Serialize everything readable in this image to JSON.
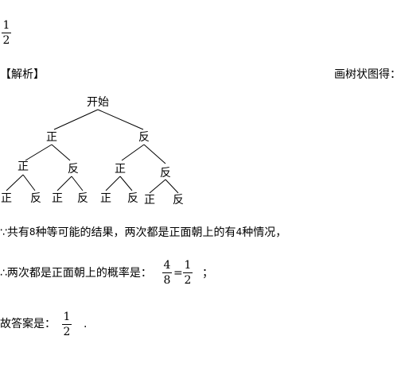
{
  "answer": {
    "numerator": "1",
    "denominator": "2"
  },
  "analysis_label": "【解析】",
  "tree_caption": "画树状图得：",
  "tree": {
    "root": "开始",
    "level1": [
      "正",
      "反"
    ],
    "level2": [
      "正",
      "反",
      "正",
      "反"
    ],
    "level3": [
      "正",
      "反",
      "正",
      "反",
      "正",
      "反",
      "正",
      "反"
    ]
  },
  "line1": {
    "prefix": "∵共有",
    "total": "8",
    "mid": "种等可能的结果，两次都是正面朝上的有",
    "count": "4",
    "suffix": "种情况，"
  },
  "line2": {
    "prefix": "∴两次都是正面朝上的概率是：",
    "f1_num": "4",
    "f1_den": "8",
    "eq": "=",
    "f2_num": "1",
    "f2_den": "2",
    "suffix": "；"
  },
  "line3": {
    "prefix": "故答案是：",
    "num": "1",
    "den": "2",
    "suffix": "."
  }
}
